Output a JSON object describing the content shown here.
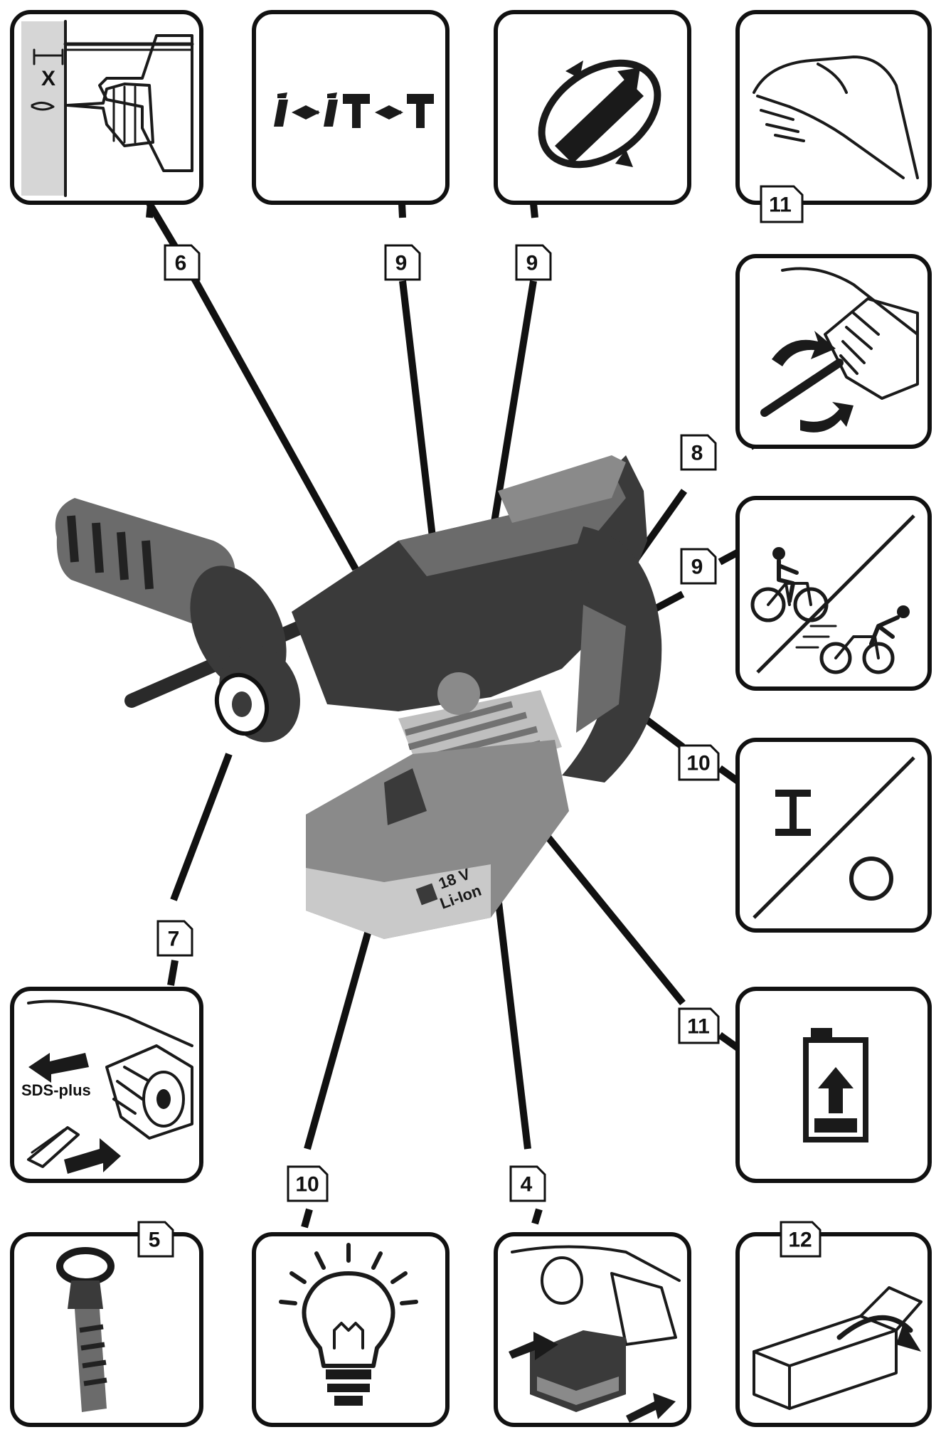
{
  "callouts": [
    {
      "id": "c6",
      "text": "6"
    },
    {
      "id": "c9a",
      "text": "9"
    },
    {
      "id": "c9b",
      "text": "9"
    },
    {
      "id": "c11a",
      "text": "11"
    },
    {
      "id": "c8",
      "text": "8"
    },
    {
      "id": "c9c",
      "text": "9"
    },
    {
      "id": "c10a",
      "text": "10"
    },
    {
      "id": "c7",
      "text": "7"
    },
    {
      "id": "c11b",
      "text": "11"
    },
    {
      "id": "c10b",
      "text": "10"
    },
    {
      "id": "c4",
      "text": "4"
    },
    {
      "id": "c5",
      "text": "5"
    },
    {
      "id": "c12",
      "text": "12"
    }
  ],
  "panel_texts": {
    "depth_gauge_label": "X",
    "chuck_label": "SDS-plus",
    "battery_voltage": "18 V",
    "battery_type": "Li-Ion"
  },
  "icons": {
    "depth": "depth-stop-icon",
    "mode": "mode-selector-icon",
    "rotation": "rotation-direction-icon",
    "hand": "hand-grip-icon",
    "chuck_bit": "bit-change-icon",
    "speed": "speed-selector-icon",
    "onoff": "on-off-icon",
    "battery": "battery-charge-icon",
    "lamp": "work-light-icon",
    "battery_insert": "battery-insert-icon",
    "handle": "auxiliary-handle-icon",
    "box": "packaging-icon"
  }
}
